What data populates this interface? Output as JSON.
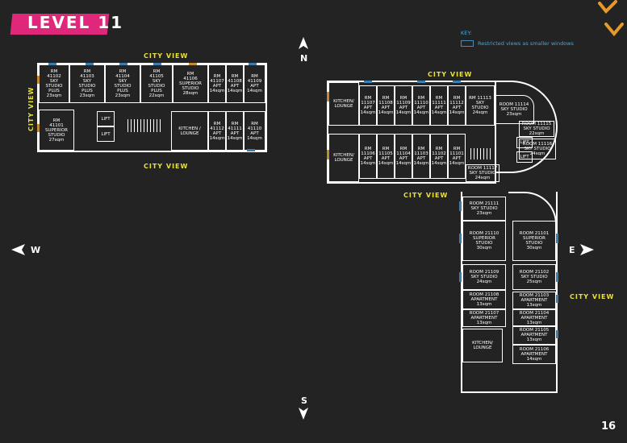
{
  "header": {
    "level_title": "LEVEL 11"
  },
  "key": {
    "title": "KEY:",
    "restricted": "Restricted views as smaller windows",
    "box_color": "#4a8ab8"
  },
  "colors": {
    "accent_pink": "#e0287a",
    "view_yellow": "#e8e13a",
    "window_blue": "#3b7fb1",
    "window_orange": "#c78a2c"
  },
  "views": {
    "city": "CITY VIEW"
  },
  "compass": {
    "n": "N",
    "s": "S",
    "e": "E",
    "w": "W"
  },
  "page": {
    "number": "16"
  },
  "left_plan": {
    "top_rooms": [
      {
        "label": "RM\n41102\nSKY\nSTUDIO\nPLUS\n23sqm"
      },
      {
        "label": "RM\n41103\nSKY\nSTUDIO\nPLUS\n23sqm"
      },
      {
        "label": "RM\n41104\nSKY\nSTUDIO\nPLUS\n23sqm"
      },
      {
        "label": "RM\n41105\nSKY\nSTUDIO\nPLUS\n22sqm"
      },
      {
        "label": "RM\n41106\nSUPERIOR\nSTUDIO\n28sqm"
      },
      {
        "label": "RM\n41107\nAPT\n14sqm"
      },
      {
        "label": "RM\n41108\nAPT\n14sqm"
      },
      {
        "label": "RM\n41109\nAPT\n14sqm"
      }
    ],
    "bottom_left": {
      "label": "RM\n41101\nSUPERIOR\nSTUDIO\n27sqm"
    },
    "lift1": "LIFT",
    "lift2": "LIFT",
    "kitchen": "KITCHEN /\nLOUNGE",
    "bottom_rooms": [
      {
        "label": "RM\n41112\nAPT\n14sqm"
      },
      {
        "label": "RM\n41111\nAPT\n14sqm"
      },
      {
        "label": "RM\n41110\nAPT\n14sqm"
      }
    ]
  },
  "right_plan": {
    "kitchen_top": "KITCHEN/\nLOUNGE",
    "kitchen_bottom": "KITCHEN/\nLOUNGE",
    "top_rooms": [
      {
        "label": "RM\n11107\nAPT\n14sqm"
      },
      {
        "label": "RM\n11108\nAPT\n14sqm"
      },
      {
        "label": "RM\n11109\nAPT\n14sqm"
      },
      {
        "label": "RM\n11110\nAPT\n14sqm"
      },
      {
        "label": "RM\n11111\nAPT\n14sqm"
      },
      {
        "label": "RM\n11112\nAPT\n14sqm"
      },
      {
        "label": "RM 11113\nSKY\nSTUDIO\n24sqm"
      }
    ],
    "room_11114": "ROOM 11114\nSKY STUDIO\n23sqm",
    "room_11115": "ROOM 11115\nSKY STUDIO\n22sqm",
    "room_11116": "ROOM 11116\nSKY STUDIO\n24sqm",
    "lift1": "LIFT",
    "lift2": "LIFT",
    "bottom_rooms": [
      {
        "label": "RM\n11106\nAPT\n14sqm"
      },
      {
        "label": "RM\n11105\nAPT\n14sqm"
      },
      {
        "label": "RM\n11104\nAPT\n14sqm"
      },
      {
        "label": "RM\n11103\nAPT\n14sqm"
      },
      {
        "label": "RM\n11102\nAPT\n14sqm"
      },
      {
        "label": "RM\n11101\nAPT\n14sqm"
      }
    ],
    "room_11117": "ROOM 11117\nSKY STUDIO\n24sqm",
    "wing_left": [
      {
        "label": "ROOM 21111\nSKY STUDIO\n23sqm"
      },
      {
        "label": "ROOM 21110\nSUPERIOR\nSTUDIO\n30sqm"
      },
      {
        "label": "ROOM 21109\nSKY STUDIO\n24sqm"
      },
      {
        "label": "ROOM 21108\nAPARTMENT\n13sqm"
      },
      {
        "label": "ROOM 21107\nAPARTMENT\n13sqm"
      },
      {
        "label": "KITCHEN/\nLOUNGE"
      }
    ],
    "wing_right": [
      {
        "label": "ROOM 21101\nSUPERIOR\nSTUDIO\n30sqm"
      },
      {
        "label": "ROOM 21102\nSKY STUDIO\n25sqm"
      },
      {
        "label": "ROOM 21103\nAPARTMENT\n13sqm"
      },
      {
        "label": "ROOM 21104\nAPARTMENT\n13sqm"
      },
      {
        "label": "ROOM 21105\nAPARTMENT\n13sqm"
      },
      {
        "label": "ROOM 21106\nAPARTMENT\n14sqm"
      }
    ]
  }
}
